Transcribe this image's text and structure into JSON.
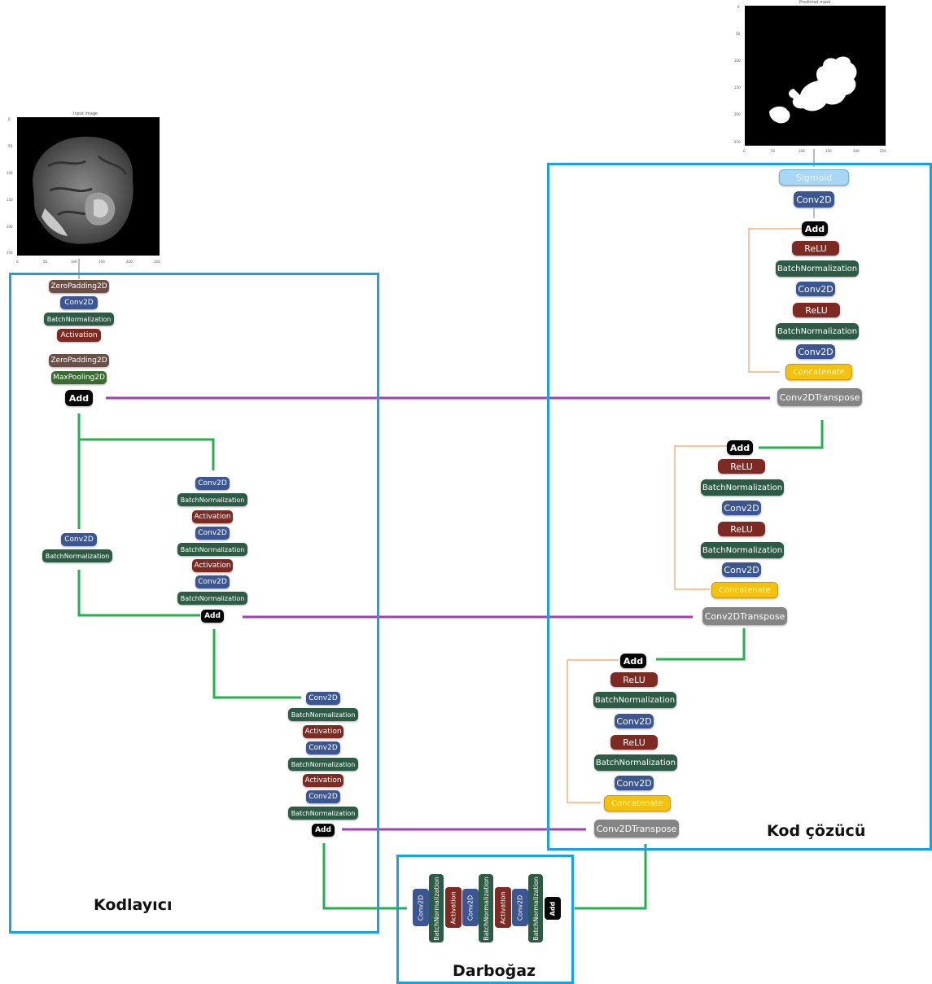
{
  "regions": {
    "encoder_label": "Kodlayıcı",
    "decoder_label": "Kod çözücü",
    "bottleneck_label": "Darboğaz"
  },
  "colors": {
    "region_border": "#1ba1e2",
    "skip_connection": "#a23fb5",
    "residual_connection": "#22b14c",
    "concat_bracket": "#f0a060",
    "conv2d": "#3b5693",
    "batchnorm": "#2e5b45",
    "activation": "#7c2a22",
    "add": "#050505",
    "transpose": "#858585",
    "concatenate": "#f3c20f",
    "sigmoid": "#a8d7f6"
  },
  "input_image": {
    "title": "Input image",
    "x_ticks": [
      "0",
      "50",
      "100",
      "150",
      "200",
      "250"
    ],
    "y_ticks": [
      "0",
      "50",
      "100",
      "150",
      "200",
      "250"
    ]
  },
  "output_image": {
    "title": "Predicted mask",
    "x_ticks": [
      "0",
      "50",
      "100",
      "150",
      "200",
      "250"
    ],
    "y_ticks": [
      "0",
      "50",
      "100",
      "150",
      "200",
      "250"
    ]
  },
  "encoder": {
    "stem": [
      "ZeroPadding2D",
      "Conv2D",
      "BatchNormalization",
      "Activation",
      "ZeroPadding2D",
      "MaxPooling2D",
      "Add"
    ],
    "block1": {
      "shortcut": [
        "Conv2D",
        "BatchNormalization"
      ],
      "main": [
        "Conv2D",
        "BatchNormalization",
        "Activation",
        "Conv2D",
        "BatchNormalization",
        "Activation",
        "Conv2D",
        "BatchNormalization"
      ],
      "add": "Add"
    },
    "block2": {
      "main": [
        "Conv2D",
        "BatchNormalization",
        "Activation",
        "Conv2D",
        "BatchNormalization",
        "Activation",
        "Conv2D",
        "BatchNormalization"
      ],
      "add": "Add"
    }
  },
  "bottleneck": {
    "layers": [
      "Conv2D",
      "BatchNormalization",
      "Activation",
      "Conv2D",
      "BatchNormalization",
      "Activation",
      "Conv2D",
      "BatchNormalization",
      "Add"
    ]
  },
  "decoder": {
    "block3": [
      "Add",
      "ReLU",
      "BatchNormalization",
      "Conv2D",
      "ReLU",
      "BatchNormalization",
      "Conv2D",
      "Concatenate",
      "Conv2DTranspose"
    ],
    "block2": [
      "Add",
      "ReLU",
      "BatchNormalization",
      "Conv2D",
      "ReLU",
      "BatchNormalization",
      "Conv2D",
      "Concatenate",
      "Conv2DTranspose"
    ],
    "block1": [
      "Sigmoid",
      "Conv2D",
      "Add",
      "ReLU",
      "BatchNormalization",
      "Conv2D",
      "ReLU",
      "BatchNormalization",
      "Conv2D",
      "Concatenate",
      "Conv2DTranspose"
    ]
  }
}
